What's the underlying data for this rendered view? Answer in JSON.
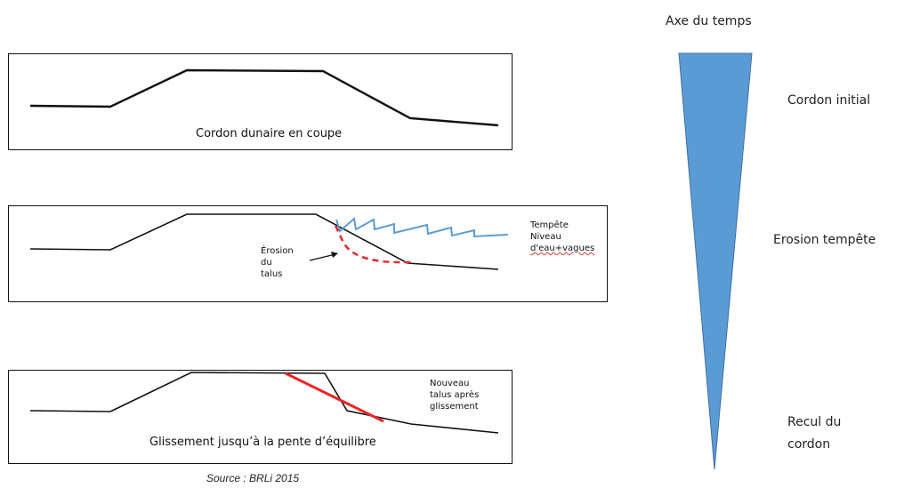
{
  "time_axis": {
    "title": "Axe du temps",
    "color": "#5b9bd5"
  },
  "stages": [
    {
      "stage_label": "Cordon initial",
      "caption": "Cordon dunaire en coupe"
    },
    {
      "stage_label": "Erosion tempête",
      "storm_label": [
        "Tempête",
        "Niveau",
        "d'eau+vagues"
      ],
      "erosion_label": [
        "Érosion",
        "du",
        "talus"
      ],
      "storm_color": "#5b9bd5",
      "erosion_color": "#e8262a"
    },
    {
      "stage_label_lines": [
        "Recul du",
        "cordon"
      ],
      "new_slope_label": [
        "Nouveau",
        "talus après",
        "glissement"
      ],
      "caption": "Glissement jusqu’à la pente d’équilibre",
      "slope_color": "#e8262a"
    }
  ],
  "source": "Source : BRLi 2015"
}
